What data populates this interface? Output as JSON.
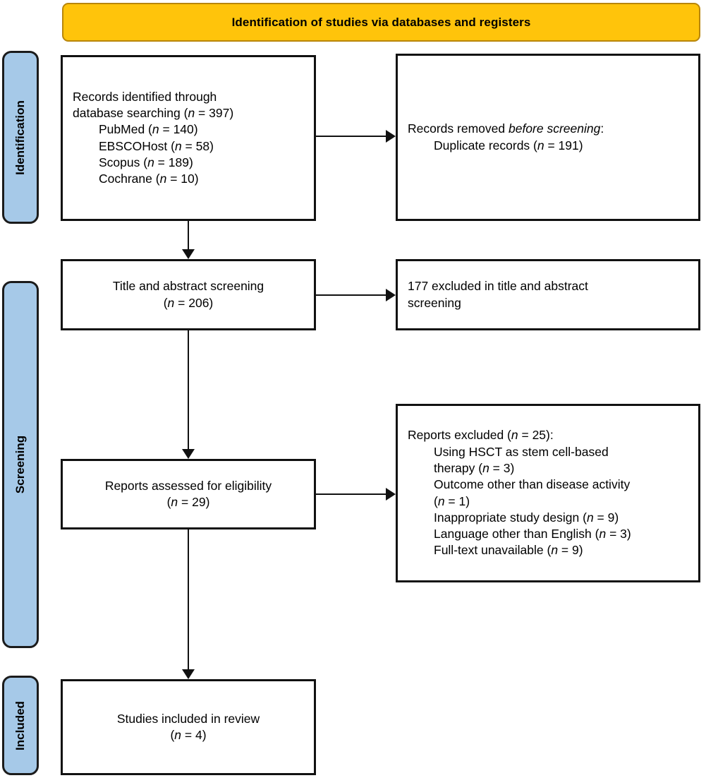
{
  "banner": {
    "title": "Identification of studies via databases and registers"
  },
  "stages": [
    {
      "id": "identification",
      "label": "Identification"
    },
    {
      "id": "screening",
      "label": "Screening"
    },
    {
      "id": "included",
      "label": "Included"
    }
  ],
  "boxes": {
    "identified": {
      "heading_line1": "Records identified through",
      "heading_line2_prefix": "database searching (",
      "heading_line2_var": "n",
      "heading_line2_suffix": " = 397)",
      "sources": [
        {
          "name": "PubMed",
          "var": "n",
          "count": " = 140)"
        },
        {
          "name": "EBSCOHost",
          "var": "n",
          "count": " = 58)"
        },
        {
          "name": "Scopus",
          "var": "n",
          "count": " = 189)"
        },
        {
          "name": "Cochrane",
          "var": "n",
          "count": " = 10)"
        }
      ]
    },
    "removed": {
      "line1_prefix": "Records removed ",
      "line1_italic": "before screening",
      "line1_suffix": ":",
      "line2_prefix": "Duplicate records (",
      "line2_var": "n",
      "line2_suffix": " = 191)"
    },
    "title_screening": {
      "line1": "Title and abstract screening",
      "line2_prefix": "(",
      "line2_var": "n",
      "line2_suffix": " = 206)"
    },
    "excluded_title_abstract": {
      "line1": "177 excluded in title and abstract",
      "line2": "screening"
    },
    "eligibility": {
      "line1": "Reports assessed for eligibility",
      "line2_prefix": "(",
      "line2_var": "n",
      "line2_suffix": " = 29)"
    },
    "excluded_reports": {
      "heading_prefix": "Reports excluded (",
      "heading_var": "n",
      "heading_suffix": " = 25):",
      "reasons": [
        {
          "text_line1": "Using HSCT as stem cell-based",
          "text_line2": "therapy (",
          "var": "n",
          "count": " = 3)"
        },
        {
          "text_line1": "Outcome other than disease activity",
          "text_line2": "(",
          "var": "n",
          "count": " = 1)"
        },
        {
          "text_line1": "Inappropriate study design (",
          "var": "n",
          "count": " = 9)"
        },
        {
          "text_line1": "Language other than English (",
          "var": "n",
          "count": " = 3)"
        },
        {
          "text_line1": "Full-text unavailable (",
          "var": "n",
          "count": " = 9)"
        }
      ]
    },
    "included": {
      "line1": "Studies included in review",
      "line2_prefix": "(",
      "line2_var": "n",
      "line2_suffix": " = 4)"
    }
  },
  "colors": {
    "banner_fill": "#FFC40B",
    "banner_border": "#B8860B",
    "stage_fill": "#A6C9E8",
    "stage_border": "#1b1b1b",
    "box_border": "#111111",
    "text": "#000000"
  }
}
